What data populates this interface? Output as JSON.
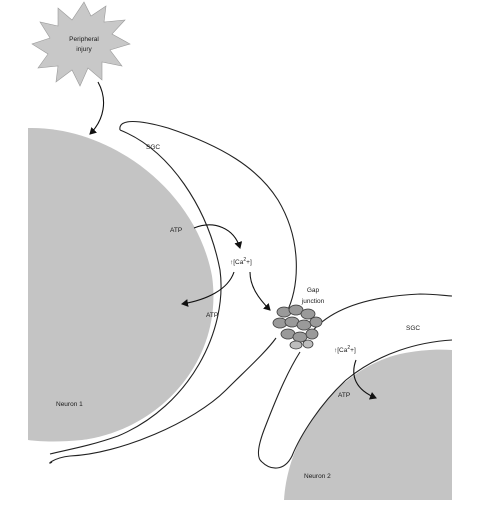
{
  "injury": {
    "line1": "Peripheral",
    "line2": "injury"
  },
  "labels": {
    "sgc_top": "SGC",
    "sgc_right": "SGC",
    "atp_top": "ATP",
    "atp_bottom": "ATP",
    "atp_right": "ATP",
    "ca_prefix": "↑[Ca",
    "ca_sup": "2",
    "ca_suffix": "+]",
    "gap_line1": "Gap",
    "gap_line2": "junction",
    "neuron1": "Neuron 1",
    "neuron2": "Neuron 2"
  },
  "colors": {
    "neuron_fill": "#c4c4c4",
    "starburst_fill": "#c8c8c8",
    "line": "#222222"
  }
}
